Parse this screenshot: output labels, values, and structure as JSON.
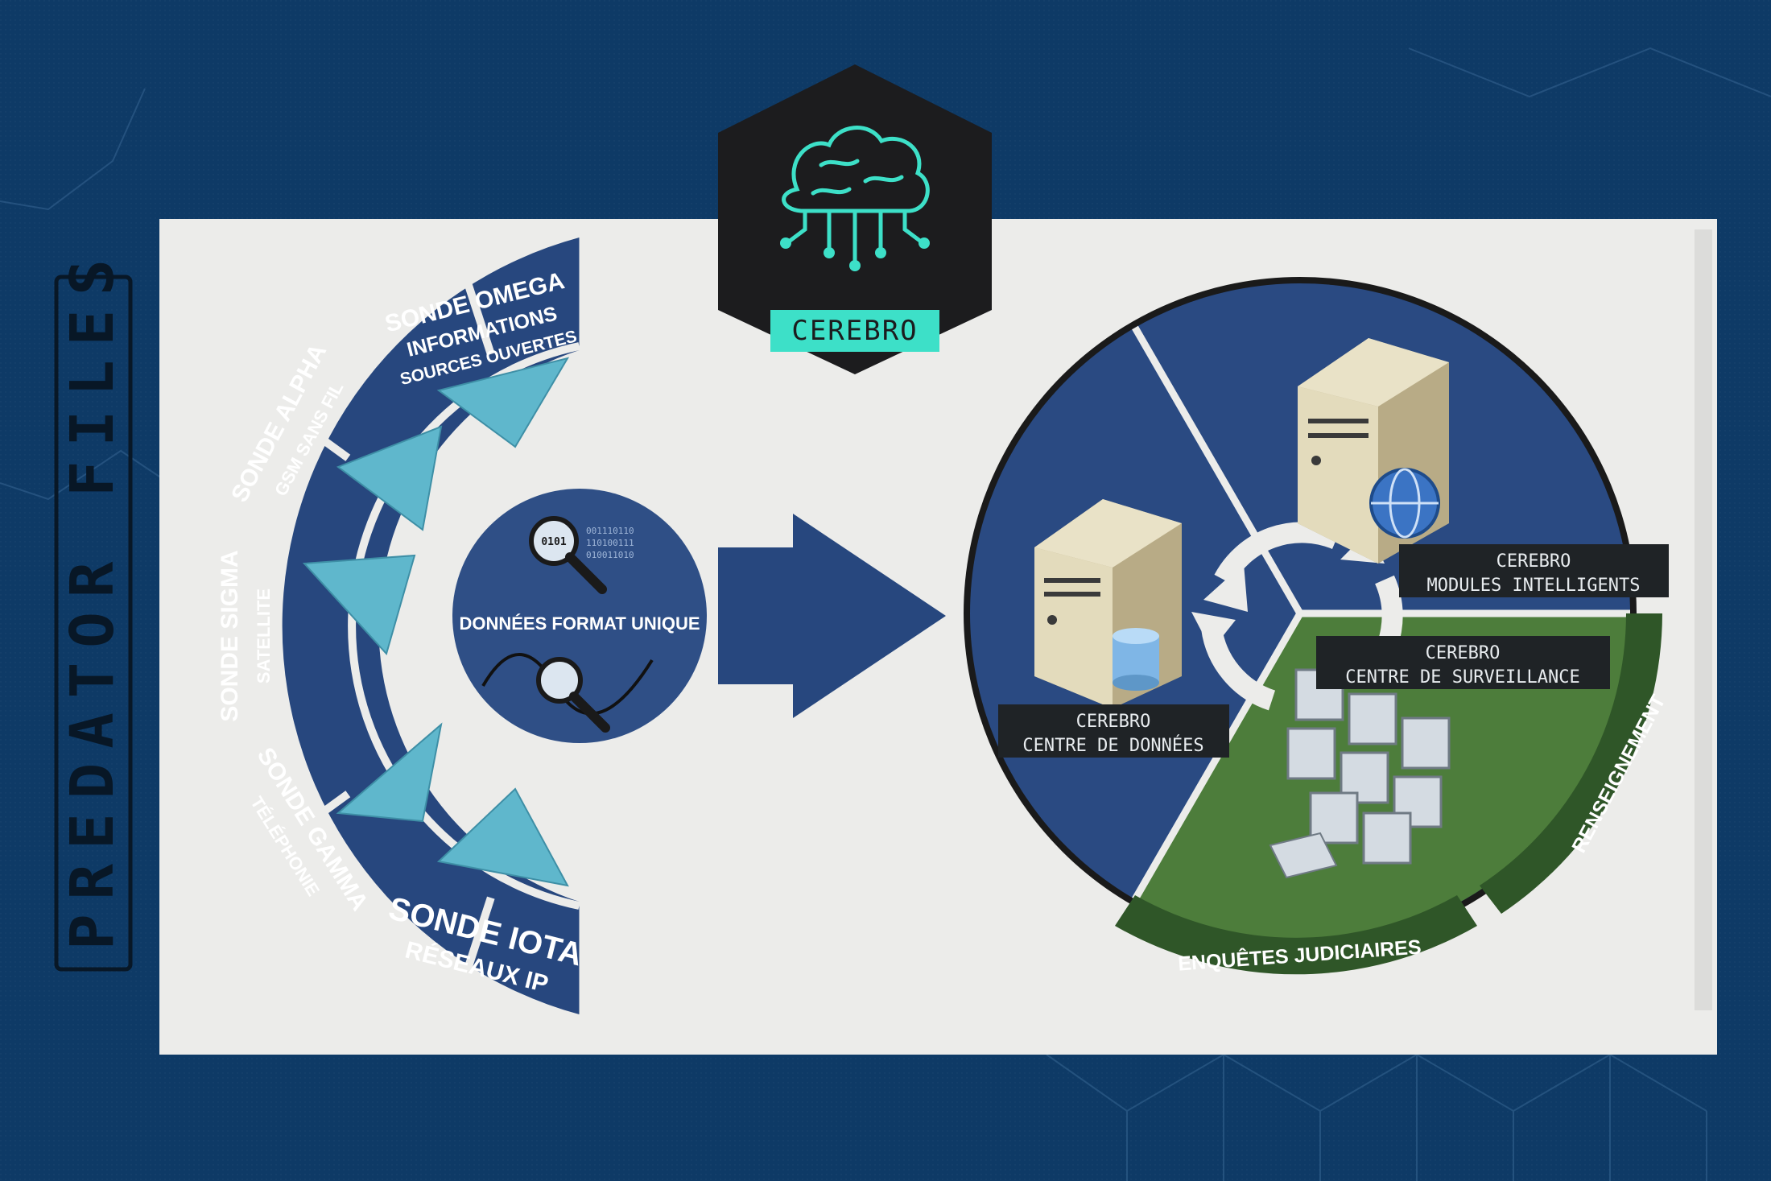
{
  "brand": {
    "vertical_label": "PREDATOR FILES"
  },
  "logo": {
    "name": "CEREBRO",
    "icon": "brain-circuit-icon"
  },
  "probes": [
    {
      "title": "SONDE OMEGA",
      "line1": "INFORMATIONS",
      "line2": "SOURCES OUVERTES"
    },
    {
      "title": "SONDE ALPHA",
      "line1": "GSM SANS FIL",
      "line2": ""
    },
    {
      "title": "SONDE SIGMA",
      "line1": "SATELLITE",
      "line2": ""
    },
    {
      "title": "SONDE GAMMA",
      "line1": "TÉLÉPHONIE",
      "line2": ""
    },
    {
      "title": "SONDE IOTA",
      "line1": "RÉSEAUX IP",
      "line2": ""
    }
  ],
  "center": {
    "label": "DONNÉES FORMAT UNIQUE",
    "icons": [
      "binary-magnifier-icon",
      "wave-magnifier-icon"
    ]
  },
  "modules": {
    "intelligent": {
      "line1": "CEREBRO",
      "line2": "MODULES INTELLIGENTS"
    },
    "surveillance": {
      "line1": "CEREBRO",
      "line2": "CENTRE DE SURVEILLANCE"
    },
    "data_center": {
      "line1": "CEREBRO",
      "line2": "CENTRE DE DONNÉES"
    }
  },
  "outputs": {
    "judicial": "ENQUÊTES JUDICIAIRES",
    "intel": "RENSEIGNEMENT"
  },
  "colors": {
    "background": "#0e3a66",
    "panel": "#ececea",
    "navy": "#27477e",
    "teal": "#5fb7cc",
    "green": "#4d7d3b",
    "dark_green": "#2f5628",
    "logo_teal": "#3de0c8",
    "logo_bg": "#1c1c1e"
  }
}
